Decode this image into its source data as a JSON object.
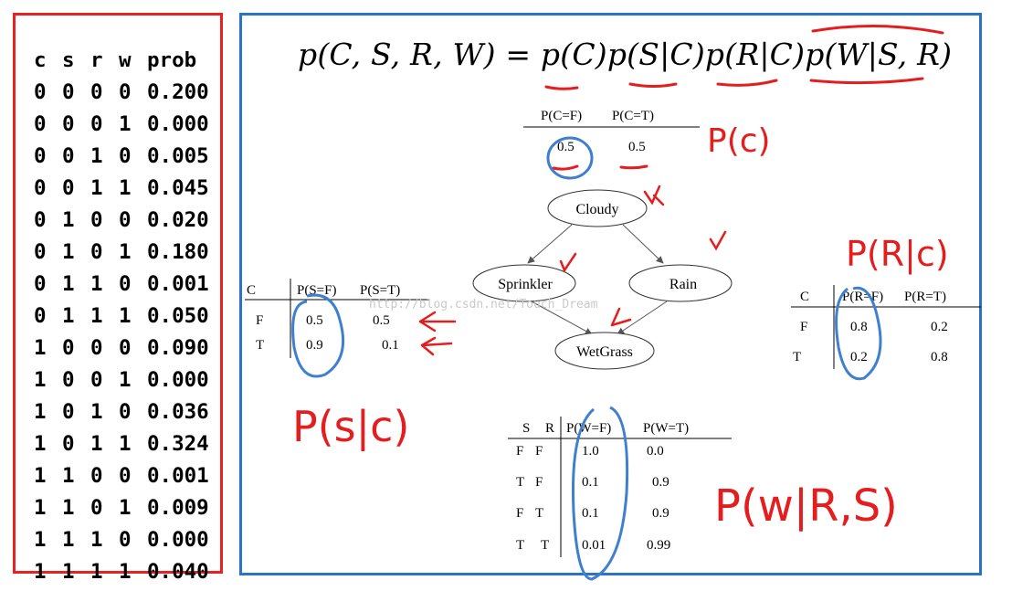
{
  "joint_table": {
    "headers": [
      "c",
      "s",
      "r",
      "w",
      "prob"
    ],
    "rows": [
      [
        "0",
        "0",
        "0",
        "0",
        "0.200"
      ],
      [
        "0",
        "0",
        "0",
        "1",
        "0.000"
      ],
      [
        "0",
        "0",
        "1",
        "0",
        "0.005"
      ],
      [
        "0",
        "0",
        "1",
        "1",
        "0.045"
      ],
      [
        "0",
        "1",
        "0",
        "0",
        "0.020"
      ],
      [
        "0",
        "1",
        "0",
        "1",
        "0.180"
      ],
      [
        "0",
        "1",
        "1",
        "0",
        "0.001"
      ],
      [
        "0",
        "1",
        "1",
        "1",
        "0.050"
      ],
      [
        "1",
        "0",
        "0",
        "0",
        "0.090"
      ],
      [
        "1",
        "0",
        "0",
        "1",
        "0.000"
      ],
      [
        "1",
        "0",
        "1",
        "0",
        "0.036"
      ],
      [
        "1",
        "0",
        "1",
        "1",
        "0.324"
      ],
      [
        "1",
        "1",
        "0",
        "0",
        "0.001"
      ],
      [
        "1",
        "1",
        "0",
        "1",
        "0.009"
      ],
      [
        "1",
        "1",
        "1",
        "0",
        "0.000"
      ],
      [
        "1",
        "1",
        "1",
        "1",
        "0.040"
      ]
    ]
  },
  "formula": {
    "lhs": "p(C, S, R, W) = ",
    "terms": [
      "p(C)",
      "p(S|C)",
      "p(R|C)",
      "p(W|S, R)"
    ]
  },
  "cloudy_cpt": {
    "headers": [
      "P(C=F)",
      "P(C=T)"
    ],
    "values": [
      "0.5",
      "0.5"
    ]
  },
  "sprinkler_cpt": {
    "headers": [
      "C",
      "P(S=F)",
      "P(S=T)"
    ],
    "rows": [
      [
        "F",
        "0.5",
        "0.5"
      ],
      [
        "T",
        "0.9",
        "0.1"
      ]
    ]
  },
  "rain_cpt": {
    "headers": [
      "C",
      "P(R=F)",
      "P(R=T)"
    ],
    "rows": [
      [
        "F",
        "0.8",
        "0.2"
      ],
      [
        "T",
        "0.2",
        "0.8"
      ]
    ]
  },
  "wetgrass_cpt": {
    "headers": [
      "S",
      "R",
      "P(W=F)",
      "P(W=T)"
    ],
    "rows": [
      [
        "F",
        "F",
        "1.0",
        "0.0"
      ],
      [
        "T",
        "F",
        "0.1",
        "0.9"
      ],
      [
        "F",
        "T",
        "0.1",
        "0.9"
      ],
      [
        "T",
        "T",
        "0.01",
        "0.99"
      ]
    ]
  },
  "nodes": {
    "cloudy": "Cloudy",
    "sprinkler": "Sprinkler",
    "rain": "Rain",
    "wetgrass": "WetGrass"
  },
  "annotations": {
    "pc": "P(c)",
    "psc": "P(s|c)",
    "prc": "P(R|c)",
    "pwrs": "P(w|R,S)"
  },
  "watermark": "http://blog.csdn.net/Touch_Dream",
  "colors": {
    "left_border": "#e52320",
    "right_border": "#2a74c6",
    "ink_red": "#e41e1e",
    "ink_blue": "#3f7fd0"
  }
}
